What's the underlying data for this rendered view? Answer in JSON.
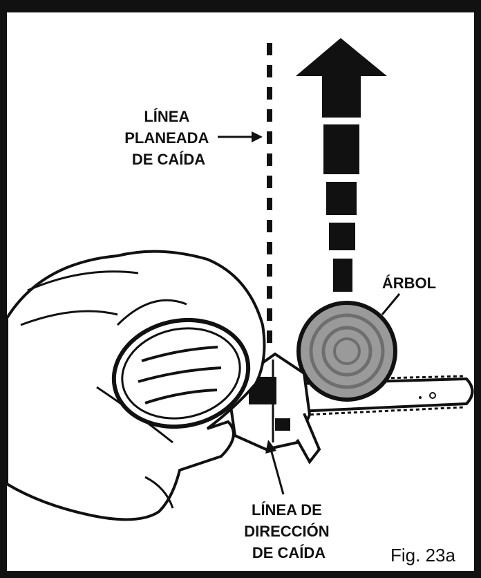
{
  "labels": {
    "planned_fall_line": [
      "LÍNEA",
      "PLANEADA",
      "DE CAÍDA"
    ],
    "tree": "ÁRBOL",
    "fall_direction_line": [
      "LÍNEA DE",
      "DIRECCIÓN",
      "DE CAÍDA"
    ],
    "figure": "Fig. 23a"
  },
  "colors": {
    "ink": "#111111",
    "tree_fill": "#9a9a9a",
    "tree_rings": "#6e6e6e",
    "glove_fill": "#ffffff",
    "background": "#ffffff"
  },
  "icons": {
    "direction_arrow": "large-up-arrow",
    "tree": "tree-cross-section-icon",
    "saw": "chainsaw-icon"
  }
}
